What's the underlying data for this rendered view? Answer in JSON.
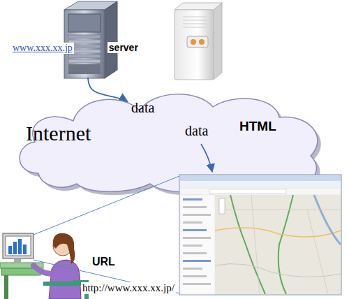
{
  "diagram": {
    "nodes": [
      {
        "text": [
          "www.xxx.xx.jp",
          "server"
        ]
      },
      {
        "text": [
          "data",
          "HTML",
          "Internet",
          "data"
        ]
      }
    ],
    "edges": [
      {
        "from": 0,
        "to": 1,
        "arrow": "to"
      }
    ],
    "labels": [
      "URL",
      "http://www.xxx.xx.jp/"
    ]
  }
}
